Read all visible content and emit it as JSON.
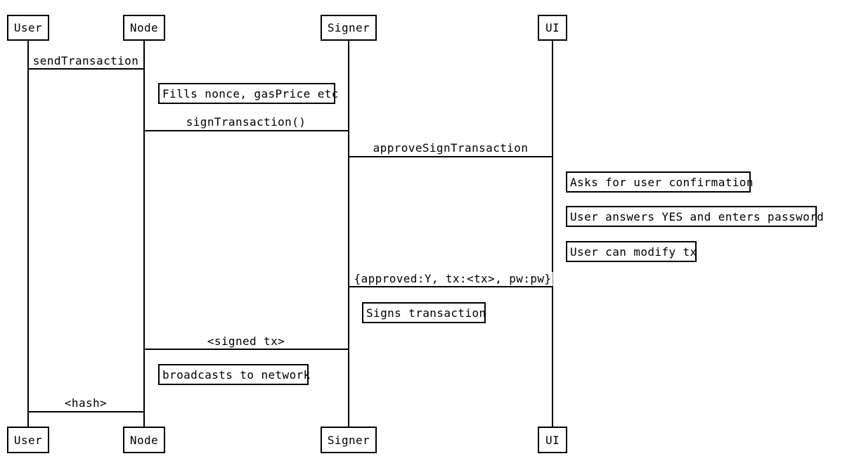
{
  "diagram": {
    "title": "Transaction signing sequence diagram",
    "background_color": "#ffffff",
    "line_color": "#000000",
    "text_color": "#000000",
    "actors": {
      "user": "User",
      "node": "Node",
      "signer": "Signer",
      "ui": "UI"
    },
    "messages": {
      "send_transaction": "sendTransaction",
      "sign_transaction": "signTransaction()",
      "approve_sign_transaction": "approveSignTransaction",
      "approved_payload": "{approved:Y, tx:<tx>, pw:pw}",
      "signed_tx": "<signed tx>",
      "hash": "<hash>"
    },
    "notes": {
      "fills_nonce": "Fills nonce, gasPrice etc",
      "asks_confirmation": "Asks for user confirmation",
      "user_answers_yes": "User answers YES and enters password",
      "user_can_modify": "User can modify tx",
      "signs_transaction": "Signs transaction",
      "broadcasts": "broadcasts to network"
    }
  }
}
